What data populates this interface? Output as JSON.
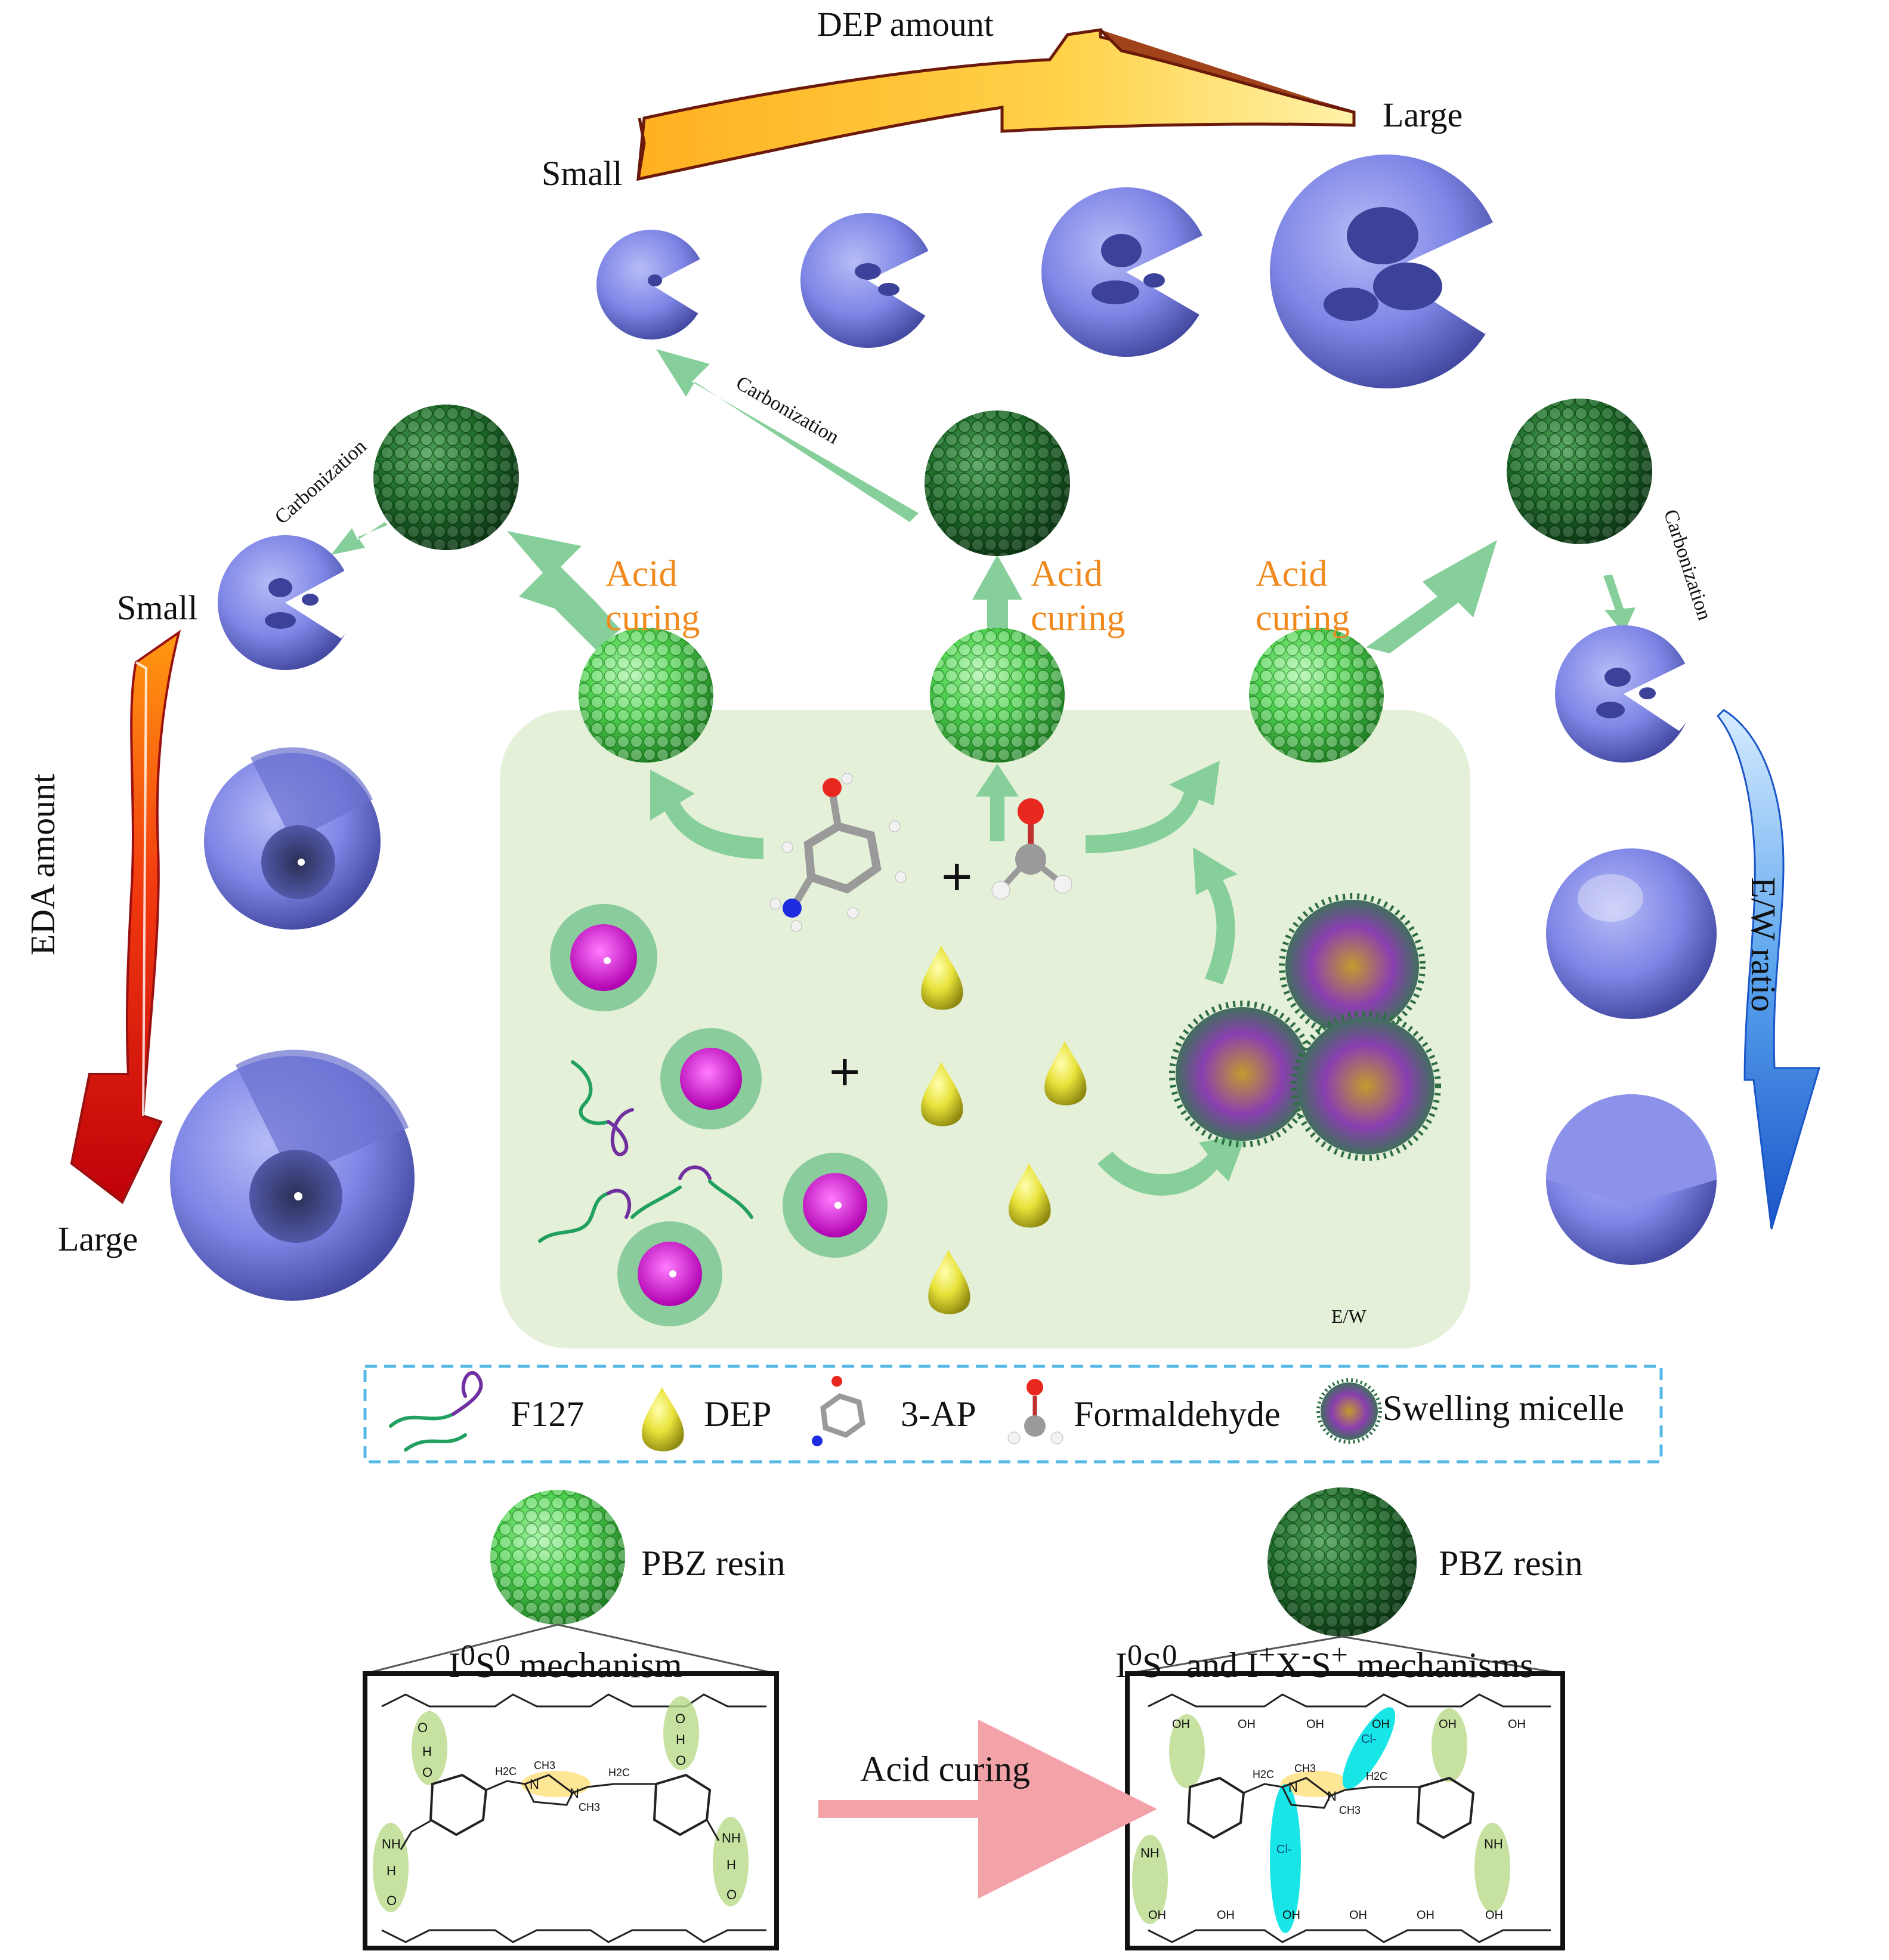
{
  "top_arrow": {
    "label": "DEP amount",
    "start": "Small",
    "end": "Large"
  },
  "left_arrow": {
    "label": "EDA amount",
    "start": "Small",
    "end": "Large"
  },
  "right_arrow": {
    "label": "E/W ratio"
  },
  "process": {
    "acid_curing": [
      "Acid\ncuring",
      "Acid\ncuring",
      "Acid\ncuring"
    ],
    "carbonization": [
      "Carbonization",
      "Carbonization",
      "Carbonization"
    ],
    "plus_signs": [
      "+",
      "+"
    ],
    "solvent_label": "E/W"
  },
  "legend": {
    "items": [
      "F127",
      "DEP",
      "3-AP",
      "Formaldehyde",
      "Swelling micelle"
    ]
  },
  "mechanisms": {
    "left_resin": "PBZ resin",
    "right_resin": "PBZ resin",
    "left_title_html": "I<sup>0</sup>S<sup>0</sup> mechanism",
    "right_title_html": "I<sup>0</sup>S<sup>0</sup> and I<sup>+</sup>X<sup>-</sup>S<sup>+</sup> mechanisms",
    "arrow_label": "Acid curing",
    "atoms": {
      "oh": "OH",
      "o": "O",
      "h": "H",
      "nh": "NH",
      "n": "N",
      "ch3": "CH3",
      "h2c": "H2C",
      "cl": "Cl-"
    }
  },
  "colors": {
    "green_light": "#4ed34e",
    "green_dark": "#1f6e2a",
    "carbon_blue": "#7f86e6",
    "acid_orange": "#f08a1e",
    "arrow_green": "#86cf9a",
    "panel_green": "#e4f0d8",
    "legend_border": "#56b8e6",
    "pink_arrow": "#f3a3a8",
    "cyan_highlight": "#18e6e6"
  }
}
